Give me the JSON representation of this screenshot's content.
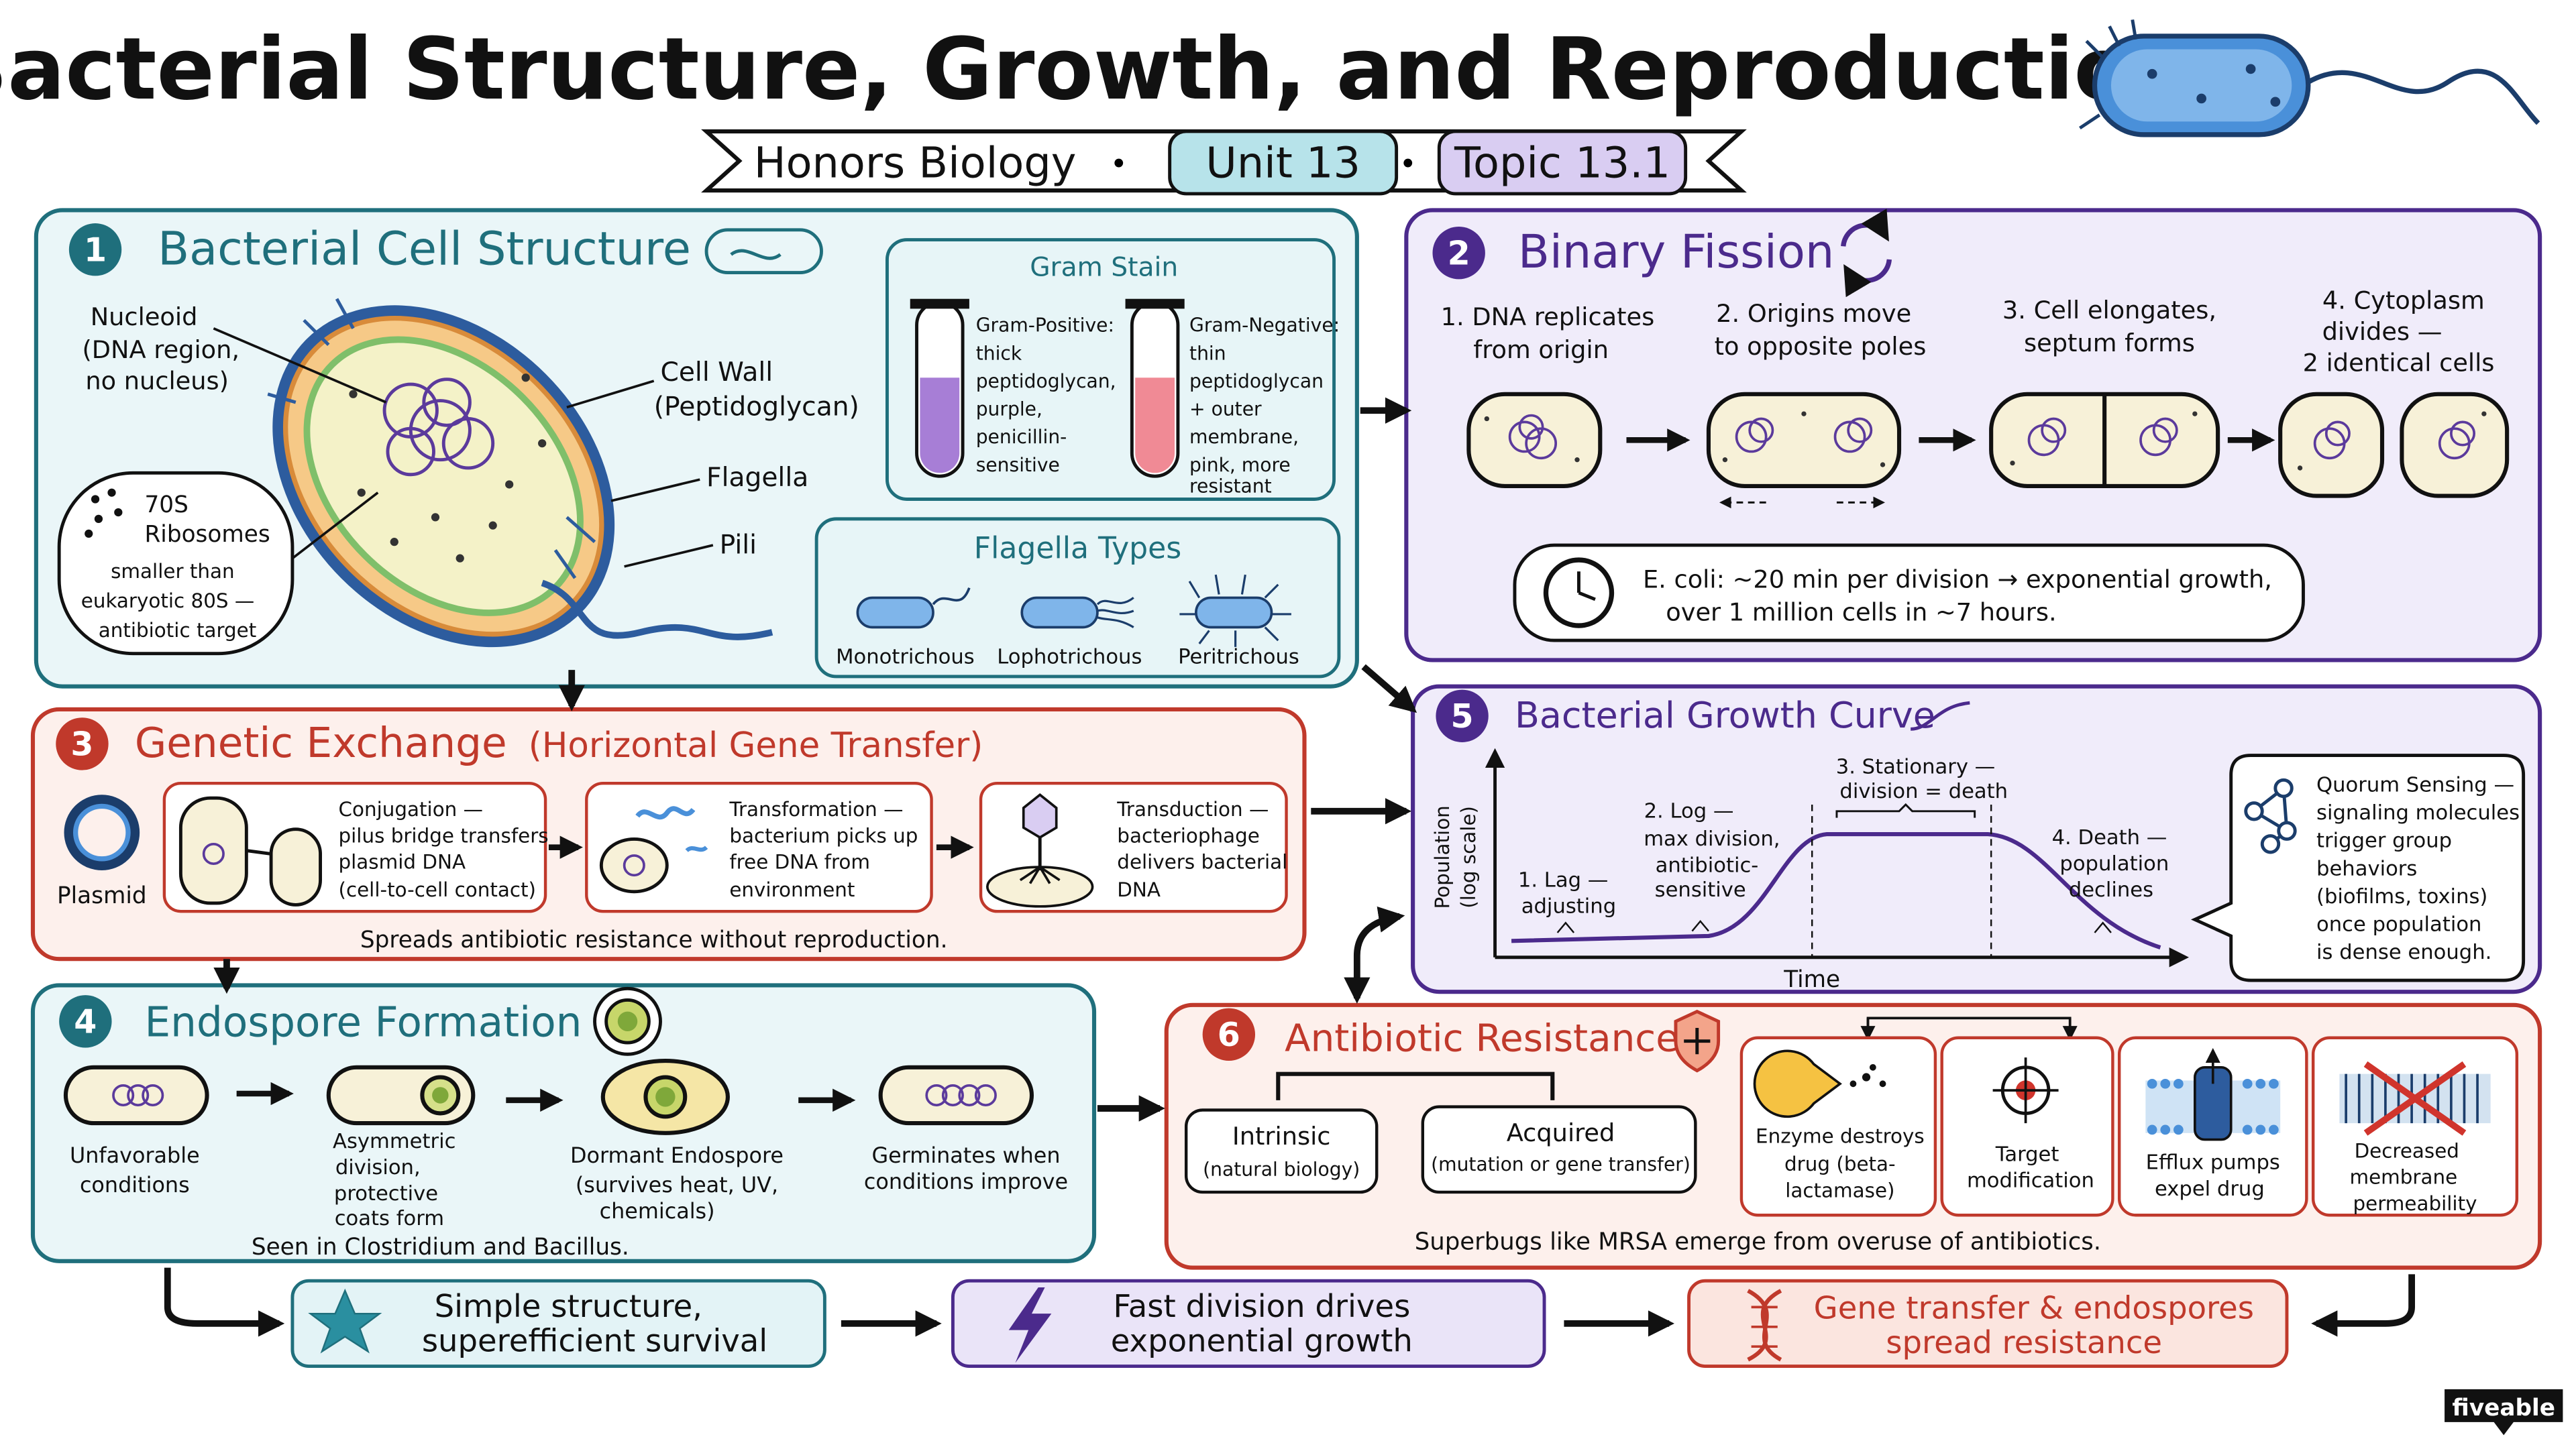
{
  "header": {
    "title": "Bacterial Structure, Growth, and Reproduction",
    "course": "Honors Biology",
    "unit": "Unit 13",
    "topic": "Topic 13.1",
    "separator": "•"
  },
  "colors": {
    "teal": "#1f6f7c",
    "teal_bg": "#eaf6f8",
    "purple": "#4b2a8c",
    "purple_bg": "#f0ecfa",
    "red": "#c0392b",
    "red_bg": "#fdf0ec",
    "bacterium_blue": "#4a90d9"
  },
  "panel1": {
    "num": "1",
    "title": "Bacterial Cell Structure",
    "labels": {
      "nucleoid": [
        "Nucleoid",
        "(DNA region,",
        "no nucleus)"
      ],
      "cell_wall": [
        "Cell Wall",
        "(Peptidoglycan)"
      ],
      "flagella": "Flagella",
      "pili": "Pili",
      "ribosomes": [
        "70S",
        "Ribosomes",
        "smaller than",
        "eukaryotic 80S —",
        "antibiotic target"
      ]
    },
    "gram": {
      "title": "Gram Stain",
      "positive": [
        "Gram-Positive:",
        "thick",
        "peptidoglycan,",
        "purple,",
        "penicillin-",
        "sensitive"
      ],
      "negative": [
        "Gram-Negative:",
        "thin",
        "peptidoglycan",
        "+ outer",
        "membrane,",
        "pink, more",
        "resistant"
      ]
    },
    "flagella_types": {
      "title": "Flagella Types",
      "items": [
        "Monotrichous",
        "Lophotrichous",
        "Peritrichous"
      ]
    }
  },
  "panel2": {
    "num": "2",
    "title": "Binary Fission",
    "steps": [
      [
        "1. DNA replicates",
        "from origin"
      ],
      [
        "2. Origins move",
        "to opposite poles"
      ],
      [
        "3. Cell elongates,",
        "septum forms"
      ],
      [
        "4. Cytoplasm",
        "divides —",
        "2 identical cells"
      ]
    ],
    "note": [
      "E. coli: ~20 min per division → exponential growth,",
      "over 1 million cells in ~7 hours."
    ]
  },
  "panel3": {
    "num": "3",
    "title": "Genetic Exchange",
    "subtitle": "(Horizontal Gene Transfer)",
    "plasmid": "Plasmid",
    "conjugation": [
      "Conjugation —",
      "pilus bridge transfers",
      "plasmid DNA",
      "(cell-to-cell contact)"
    ],
    "transformation": [
      "Transformation —",
      "bacterium picks up",
      "free DNA from",
      "environment"
    ],
    "transduction": [
      "Transduction —",
      "bacteriophage",
      "delivers bacterial",
      "DNA"
    ],
    "footer": "Spreads antibiotic resistance without reproduction."
  },
  "panel4": {
    "num": "4",
    "title": "Endospore Formation",
    "steps": [
      [
        "Unfavorable",
        "conditions"
      ],
      [
        "Asymmetric",
        "division,",
        "protective",
        "coats form"
      ],
      [
        "Dormant Endospore",
        "(survives heat, UV,",
        "chemicals)"
      ],
      [
        "Germinates when",
        "conditions improve"
      ]
    ],
    "footer": "Seen in Clostridium and Bacillus."
  },
  "panel5": {
    "num": "5",
    "title": "Bacterial Growth Curve",
    "ylabel": [
      "Population",
      "(log scale)"
    ],
    "xlabel": "Time",
    "phases": [
      [
        "1. Lag —",
        "adjusting"
      ],
      [
        "2. Log —",
        "max division,",
        "antibiotic-",
        "sensitive"
      ],
      [
        "3. Stationary —",
        "division = death"
      ],
      [
        "4. Death —",
        "population",
        "declines"
      ]
    ],
    "quorum": [
      "Quorum Sensing —",
      "signaling molecules",
      "trigger group",
      "behaviors",
      "(biofilms, toxins)",
      "once population",
      "is dense enough."
    ]
  },
  "panel6": {
    "num": "6",
    "title": "Antibiotic Resistance",
    "intrinsic": [
      "Intrinsic",
      "(natural biology)"
    ],
    "acquired": [
      "Acquired",
      "(mutation or gene transfer)"
    ],
    "mechanisms": [
      [
        "Enzyme destroys",
        "drug (beta-",
        "lactamase)"
      ],
      [
        "Target",
        "modification"
      ],
      [
        "Efflux pumps",
        "expel drug"
      ],
      [
        "Decreased",
        "membrane",
        "permeability"
      ]
    ],
    "footer": "Superbugs like MRSA emerge from overuse of antibiotics."
  },
  "summary": [
    [
      "Simple structure,",
      "superefficient survival"
    ],
    [
      "Fast division drives",
      "exponential growth"
    ],
    [
      "Gene transfer & endospores",
      "spread resistance"
    ]
  ],
  "brand": "fiveable"
}
